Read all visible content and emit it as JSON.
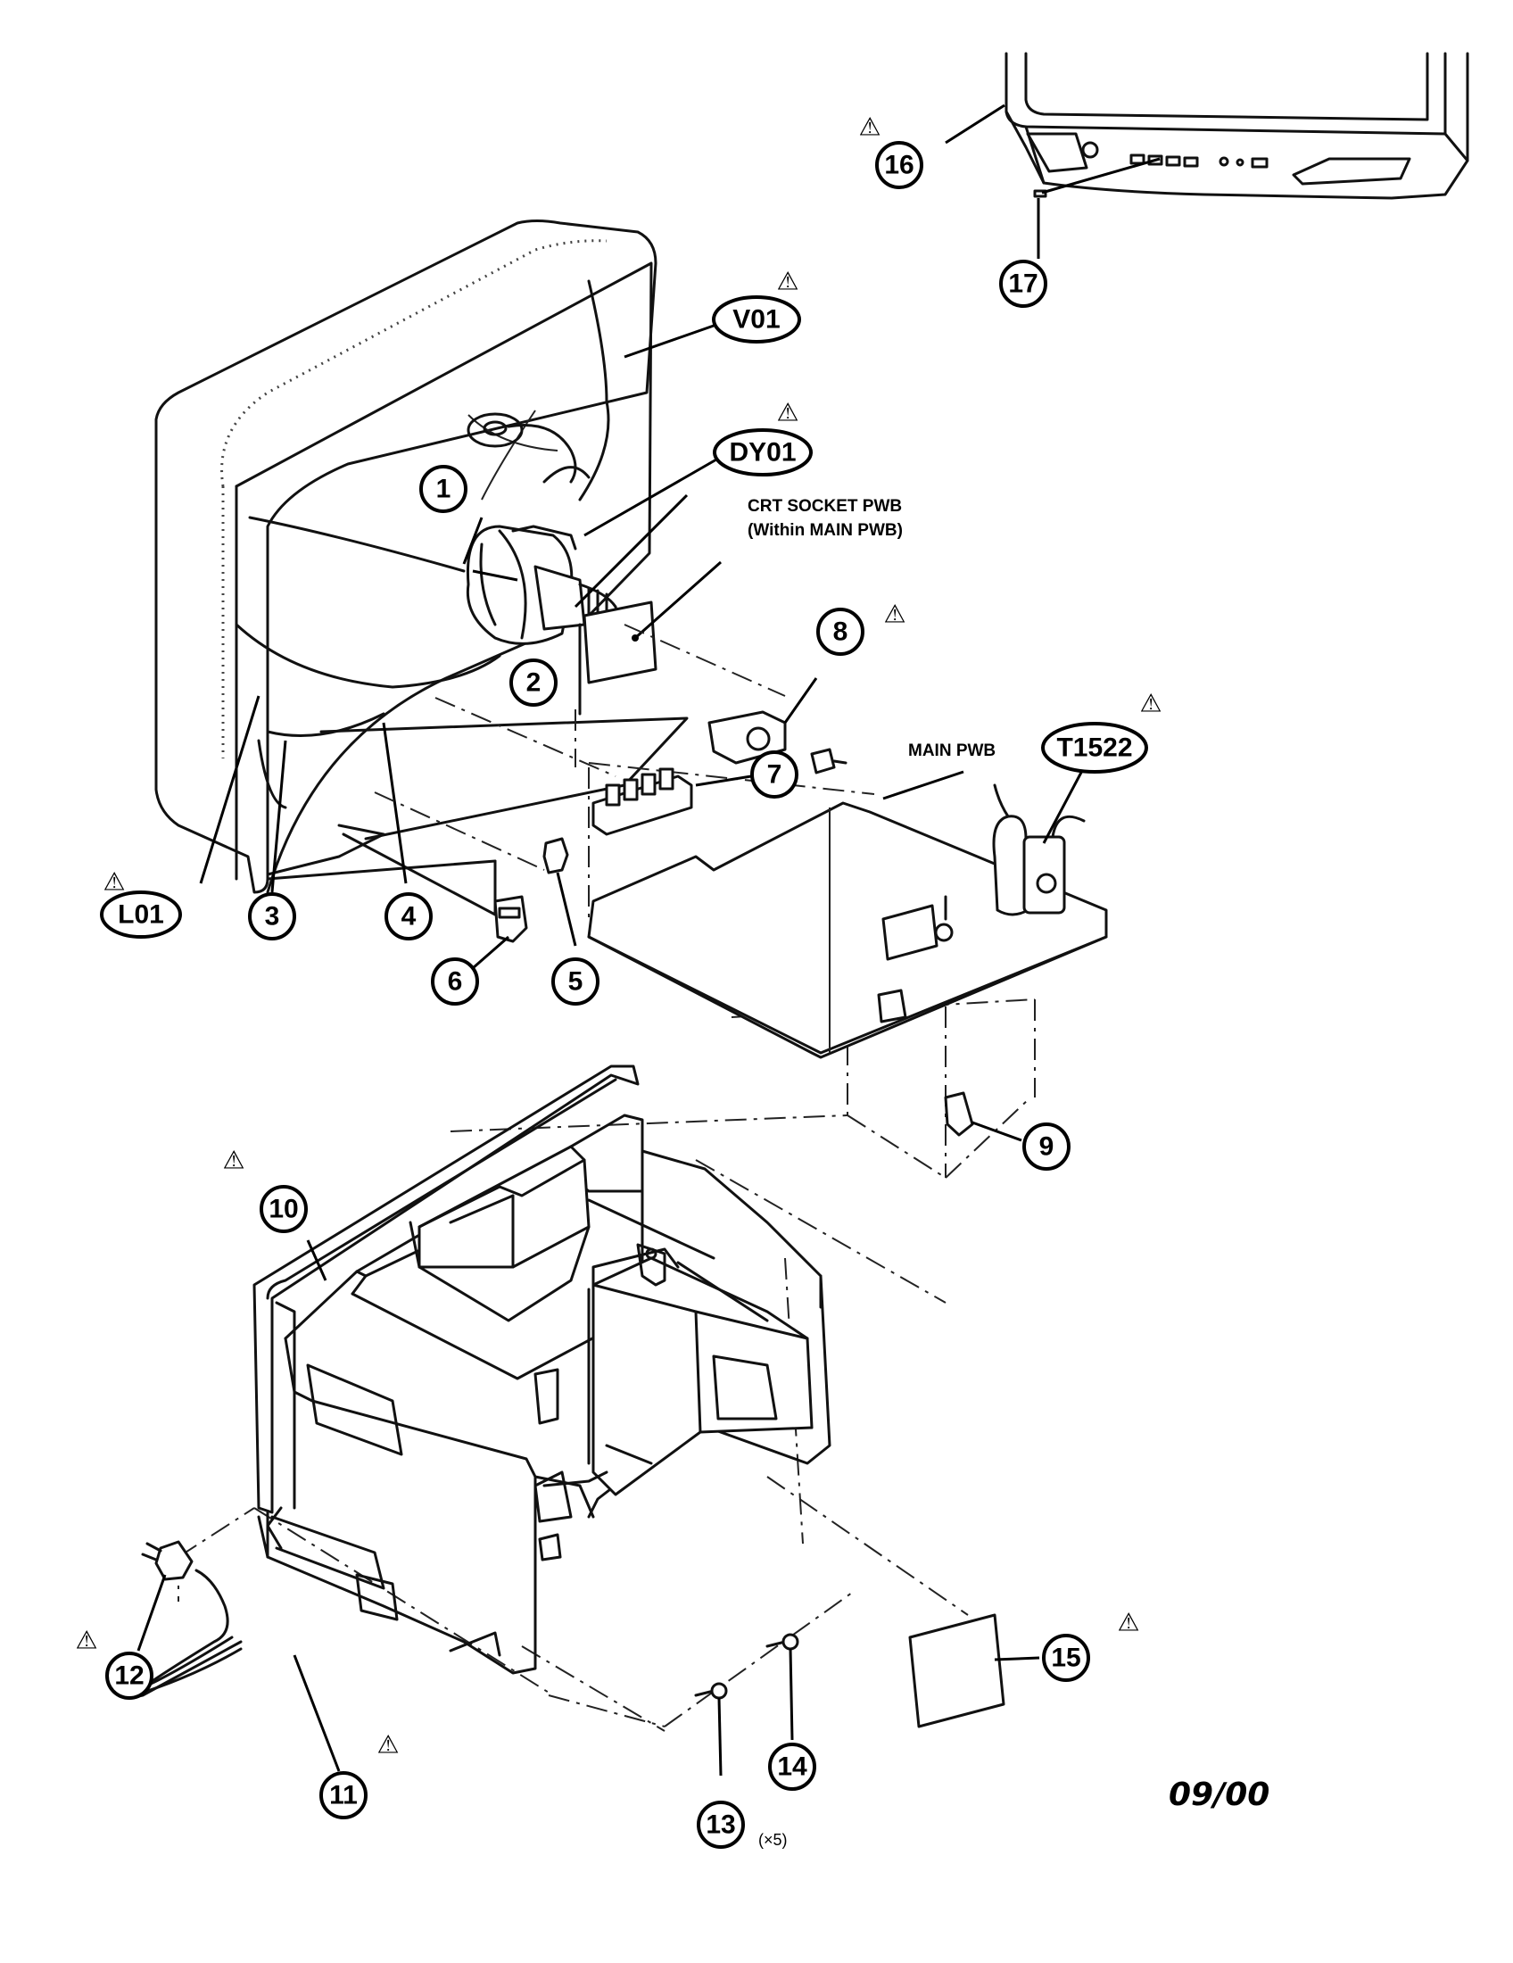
{
  "callouts": [
    {
      "id": "1",
      "text": "1"
    },
    {
      "id": "2",
      "text": "2"
    },
    {
      "id": "3",
      "text": "3"
    },
    {
      "id": "4",
      "text": "4"
    },
    {
      "id": "5",
      "text": "5"
    },
    {
      "id": "6",
      "text": "6"
    },
    {
      "id": "7",
      "text": "7"
    },
    {
      "id": "8",
      "text": "8"
    },
    {
      "id": "9",
      "text": "9"
    },
    {
      "id": "10",
      "text": "10"
    },
    {
      "id": "11",
      "text": "11"
    },
    {
      "id": "12",
      "text": "12"
    },
    {
      "id": "13",
      "text": "13"
    },
    {
      "id": "14",
      "text": "14"
    },
    {
      "id": "15",
      "text": "15"
    },
    {
      "id": "16",
      "text": "16"
    },
    {
      "id": "17",
      "text": "17"
    },
    {
      "id": "V01",
      "text": "V01"
    },
    {
      "id": "DY01",
      "text": "DY01"
    },
    {
      "id": "L01",
      "text": "L01"
    },
    {
      "id": "T1522",
      "text": "T1522"
    }
  ],
  "labels": {
    "crt_socket_line1": "CRT SOCKET PWB",
    "crt_socket_line2": "(Within MAIN PWB)",
    "main_pwb": "MAIN PWB",
    "qty_13": "(×5)",
    "date": "09/00"
  },
  "warning_symbol": "⚠"
}
